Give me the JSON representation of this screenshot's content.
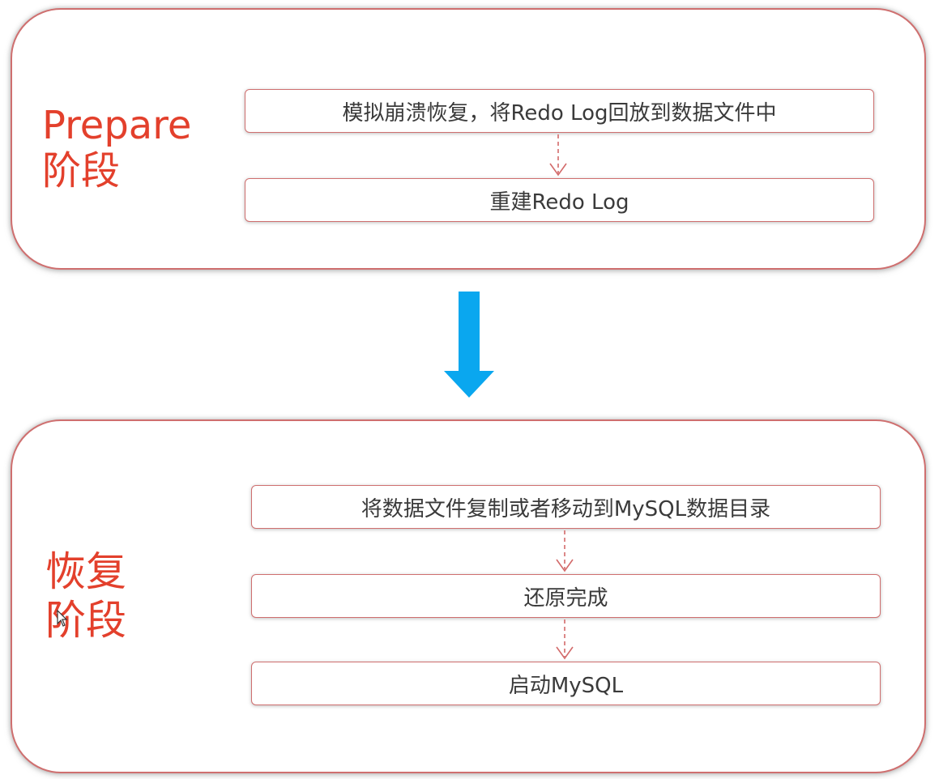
{
  "prepare_phase": {
    "label_line1": "Prepare",
    "label_line2": "阶段",
    "steps": [
      {
        "text": "模拟崩溃恢复，将Redo Log回放到数据文件中"
      },
      {
        "text": "重建Redo Log"
      }
    ]
  },
  "restore_phase": {
    "label_line1": "恢复",
    "label_line2": "阶段",
    "steps": [
      {
        "text": "将数据文件复制或者移动到MySQL数据目录"
      },
      {
        "text": "还原完成"
      },
      {
        "text": "启动MySQL"
      }
    ]
  },
  "colors": {
    "accent_red": "#e3402c",
    "border_red": "#cf6f6f",
    "arrow_blue": "#0aa7ef",
    "text_dark": "#3a3a3a"
  }
}
